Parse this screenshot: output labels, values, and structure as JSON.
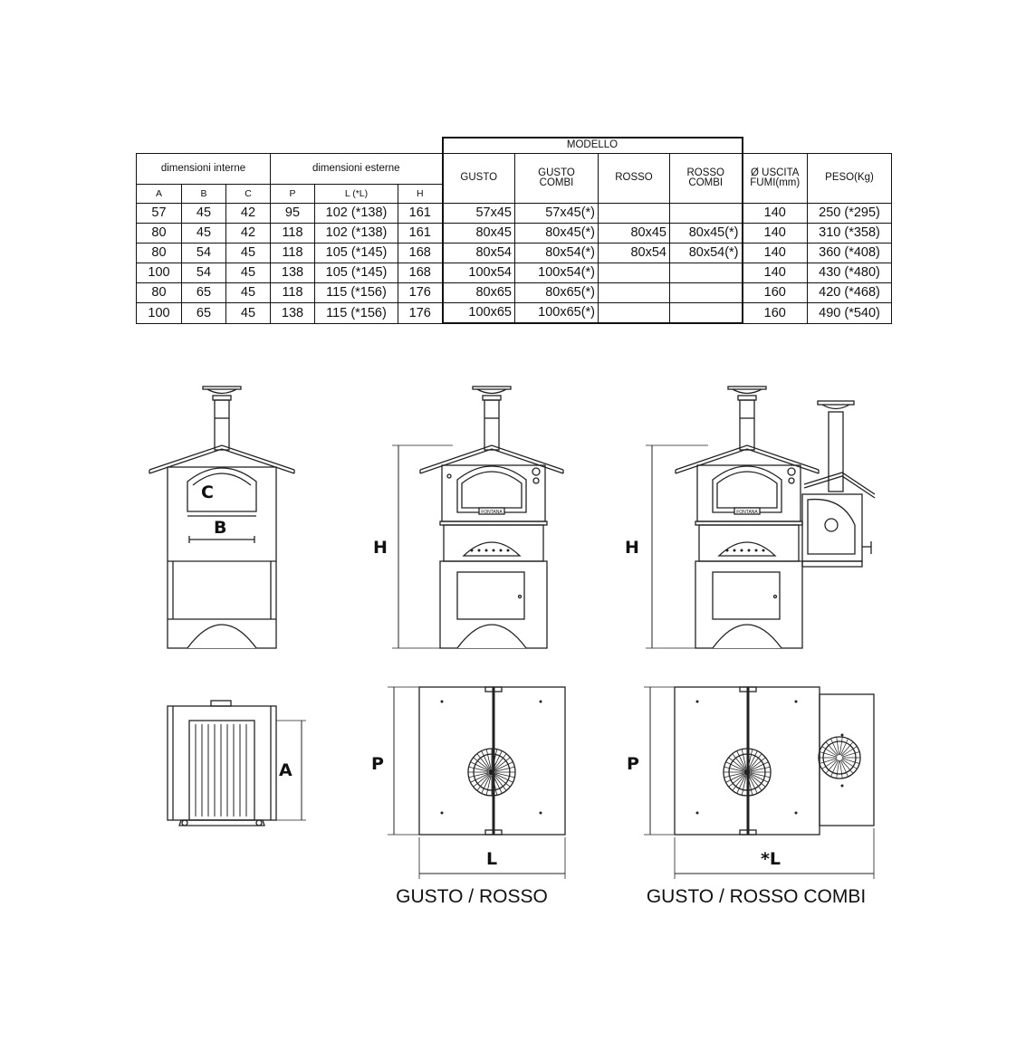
{
  "table": {
    "group_interne": "dimensioni interne",
    "group_esterne": "dimensioni esterne",
    "group_modello": "MODELLO",
    "col_a": "A",
    "col_b": "B",
    "col_c": "C",
    "col_p": "P",
    "col_l": "L (*L)",
    "col_h": "H",
    "col_gusto": "GUSTO",
    "col_gusto_combi_1": "GUSTO",
    "col_gusto_combi_2": "COMBI",
    "col_rosso": "ROSSO",
    "col_rosso_combi_1": "ROSSO",
    "col_rosso_combi_2": "COMBI",
    "col_uscita_1": "Ø USCITA",
    "col_uscita_2": "FUMI(mm)",
    "col_peso": "PESO(Kg)",
    "rows": [
      {
        "a": "57",
        "b": "45",
        "c": "42",
        "p": "95",
        "l": "102 (*138)",
        "h": "161",
        "gusto": "57x45",
        "gusto_combi": "57x45(*)",
        "rosso": "",
        "rosso_combi": "",
        "uscita": "140",
        "peso": "250 (*295)"
      },
      {
        "a": "80",
        "b": "45",
        "c": "42",
        "p": "118",
        "l": "102 (*138)",
        "h": "161",
        "gusto": "80x45",
        "gusto_combi": "80x45(*)",
        "rosso": "80x45",
        "rosso_combi": "80x45(*)",
        "uscita": "140",
        "peso": "310 (*358)"
      },
      {
        "a": "80",
        "b": "54",
        "c": "45",
        "p": "118",
        "l": "105 (*145)",
        "h": "168",
        "gusto": "80x54",
        "gusto_combi": "80x54(*)",
        "rosso": "80x54",
        "rosso_combi": "80x54(*)",
        "uscita": "140",
        "peso": "360 (*408)"
      },
      {
        "a": "100",
        "b": "54",
        "c": "45",
        "p": "138",
        "l": "105 (*145)",
        "h": "168",
        "gusto": "100x54",
        "gusto_combi": "100x54(*)",
        "rosso": "",
        "rosso_combi": "",
        "uscita": "140",
        "peso": "430 (*480)"
      },
      {
        "a": "80",
        "b": "65",
        "c": "45",
        "p": "118",
        "l": "115 (*156)",
        "h": "176",
        "gusto": "80x65",
        "gusto_combi": "80x65(*)",
        "rosso": "",
        "rosso_combi": "",
        "uscita": "160",
        "peso": "420 (*468)"
      },
      {
        "a": "100",
        "b": "65",
        "c": "45",
        "p": "138",
        "l": "115 (*156)",
        "h": "176",
        "gusto": "100x65",
        "gusto_combi": "100x65(*)",
        "rosso": "",
        "rosso_combi": "",
        "uscita": "160",
        "peso": "490 (*540)"
      }
    ]
  },
  "drawings": {
    "label_c": "C",
    "label_b": "B",
    "label_a": "A",
    "label_h_gusto": "H",
    "label_h_combi": "H",
    "label_p_gusto": "P",
    "label_p_combi": "P",
    "label_l": "L",
    "label_l_combi": "*L",
    "caption_gusto": "GUSTO / ROSSO",
    "caption_combi": "GUSTO / ROSSO COMBI",
    "brand_plate": "FONTANA"
  }
}
